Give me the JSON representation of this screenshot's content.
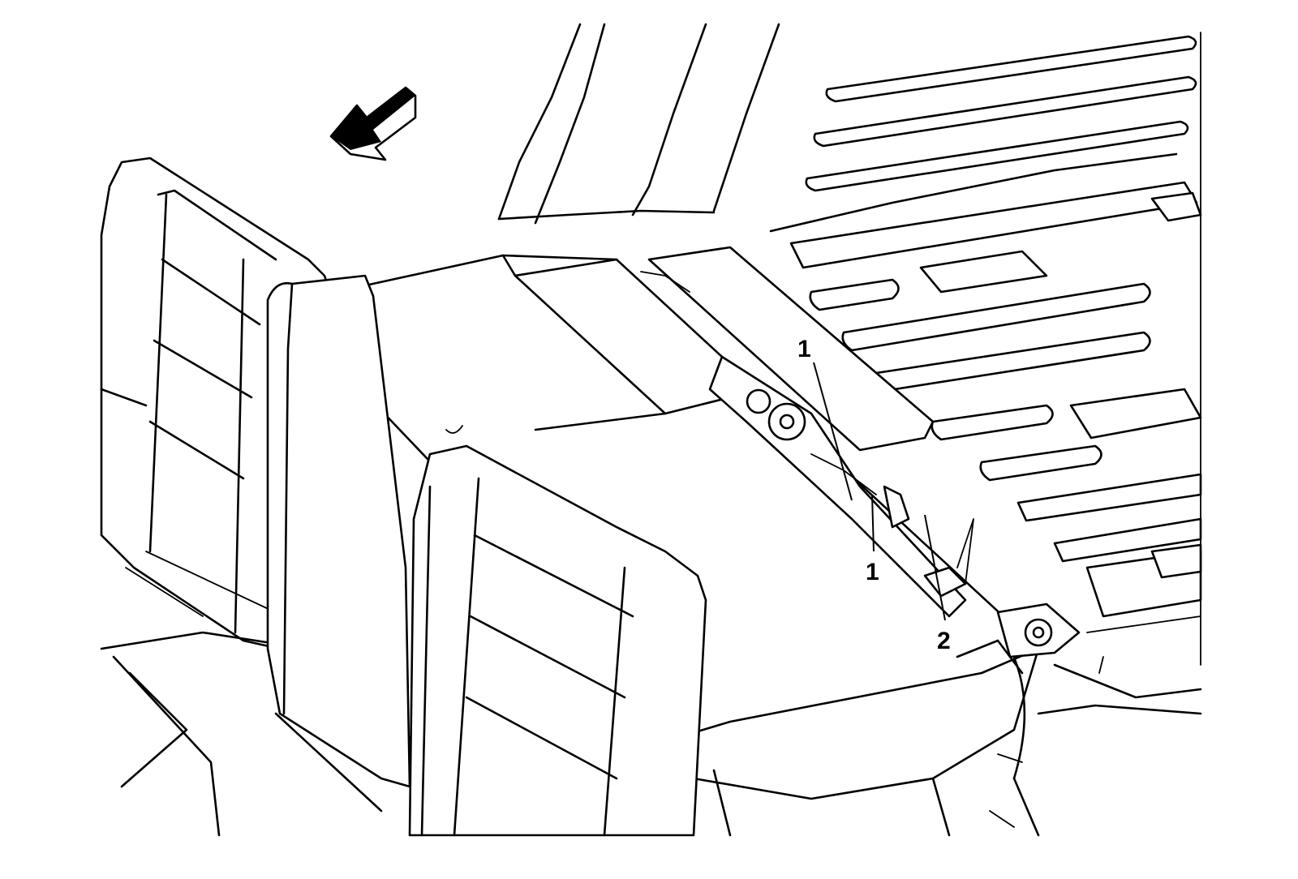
{
  "callouts": [
    {
      "id": "callout-1-upper",
      "label": "1"
    },
    {
      "id": "callout-1-lower",
      "label": "1"
    },
    {
      "id": "callout-2",
      "label": "2"
    }
  ],
  "icons": [
    "direction-arrow-icon"
  ],
  "colors": {
    "line": "#000000",
    "background": "#ffffff"
  }
}
